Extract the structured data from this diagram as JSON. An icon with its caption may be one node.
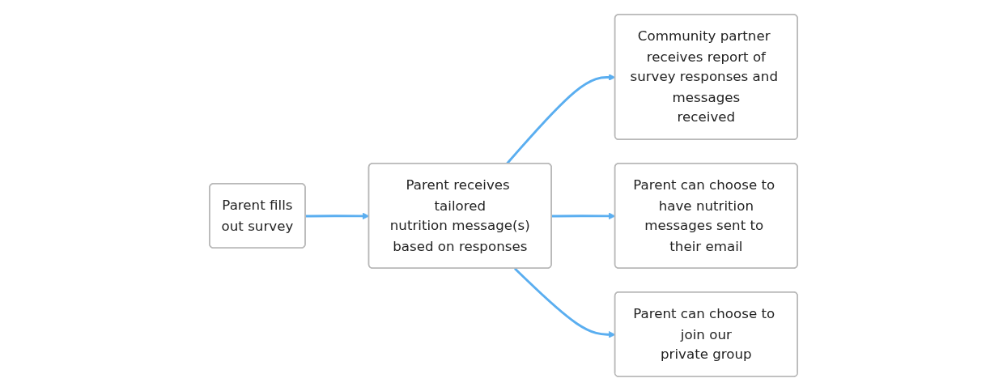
{
  "diagram": {
    "nodes": [
      {
        "text": [
          "Parent fills out survey"
        ]
      },
      {
        "text": [
          "Parent receives tailored nutrition message(s) based on responses"
        ]
      },
      {
        "text": [
          "Community partner receives report of survey responses and messages received"
        ]
      },
      {
        "text": [
          "Parent can choose to have nutrition messages sent to their email"
        ]
      },
      {
        "text": [
          "Parent can choose to join our private group"
        ]
      }
    ],
    "edges": [
      {
        "from": 0,
        "to": 1,
        "arrow": "to"
      },
      {
        "from": 1,
        "to": 2,
        "arrow": "to"
      },
      {
        "from": 1,
        "to": 3,
        "arrow": "to"
      },
      {
        "from": 1,
        "to": 4,
        "arrow": "to"
      }
    ]
  }
}
